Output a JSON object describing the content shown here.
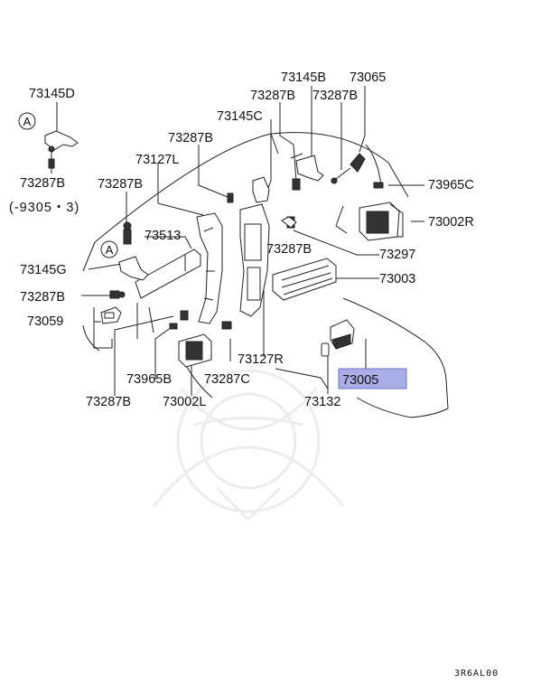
{
  "theme": {
    "highlight": "#a9aee6",
    "highlight_stroke": "#6f75c2",
    "line": "#222222",
    "watermark": "#ececec"
  },
  "diagram": {
    "code": "3R6AL00",
    "circle_marker": "A",
    "labels": {
      "p73145D": "73145D",
      "p73287B_a": "73287B",
      "range": "(-9305・3)",
      "p73145B": "73145B",
      "p73065": "73065",
      "p73287B_b": "73287B",
      "p73287B_c": "73287B",
      "p73145C": "73145C",
      "p73287B_d": "73287B",
      "p73127L": "73127L",
      "p73287B_e": "73287B",
      "p73965C": "73965C",
      "p73002R": "73002R",
      "p73513": "73513",
      "p73287B_f": "73287B",
      "p73297": "73297",
      "p73145G": "73145G",
      "p73003": "73003",
      "p73287B_g": "73287B",
      "p73059": "73059",
      "p73127R": "73127R",
      "p73965B": "73965B",
      "p73287C": "73287C",
      "p73005": "73005",
      "p73287B_h": "73287B",
      "p73002L": "73002L",
      "p73132": "73132"
    }
  }
}
